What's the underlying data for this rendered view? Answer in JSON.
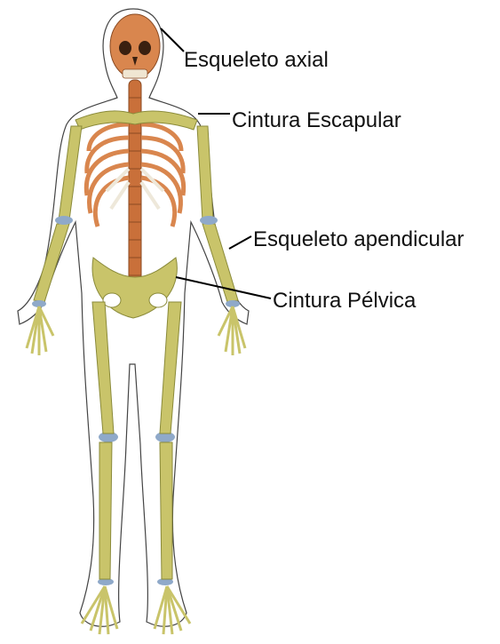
{
  "labels": {
    "axial": "Esqueleto axial",
    "escapular": "Cintura Escapular",
    "apendicular": "Esqueleto apendicular",
    "pelvica": "Cintura Pélvica"
  },
  "colors": {
    "axial_bone": "#d9864e",
    "appendicular_bone": "#c9c46a",
    "joint_cartilage": "#8fa9c9",
    "outline": "#444444",
    "leader_line": "#000000"
  }
}
